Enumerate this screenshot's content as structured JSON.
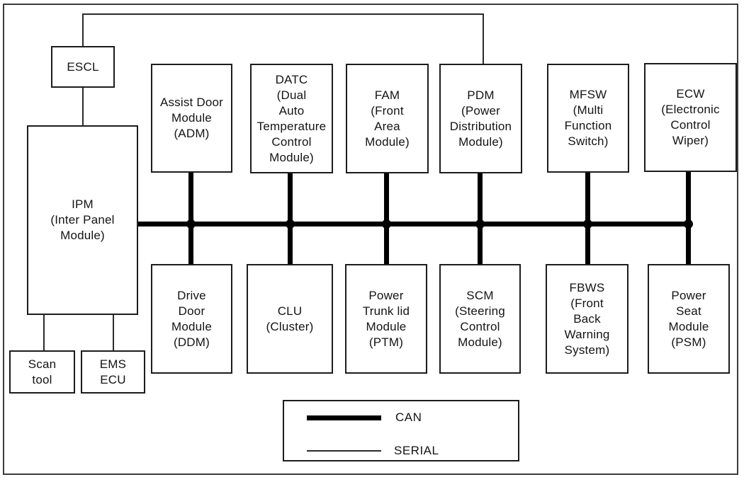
{
  "diagram": {
    "nodes": {
      "escl": {
        "label": "ESCL"
      },
      "ipm": {
        "label": "IPM\n(Inter Panel\nModule)"
      },
      "scan_tool": {
        "label": "Scan\ntool"
      },
      "ems_ecu": {
        "label": "EMS\nECU"
      },
      "adm": {
        "label": "Assist Door\nModule\n(ADM)"
      },
      "datc": {
        "label": "DATC\n(Dual\nAuto\nTemperature\nControl\nModule)"
      },
      "fam": {
        "label": "FAM\n(Front\nArea\nModule)"
      },
      "pdm": {
        "label": "PDM\n(Power\nDistribution\nModule)"
      },
      "mfsw": {
        "label": "MFSW\n(Multi\nFunction\nSwitch)"
      },
      "ecw": {
        "label": "ECW\n(Electronic\nControl\nWiper)"
      },
      "ddm": {
        "label": "Drive\nDoor\nModule\n(DDM)"
      },
      "clu": {
        "label": "CLU\n(Cluster)"
      },
      "ptm": {
        "label": "Power\nTrunk lid\nModule\n(PTM)"
      },
      "scm": {
        "label": "SCM\n(Steering\nControl\nModule)"
      },
      "fbws": {
        "label": "FBWS\n(Front\nBack\nWarning\nSystem)"
      },
      "psm": {
        "label": "Power\nSeat\nModule\n(PSM)"
      }
    },
    "legend": {
      "can_label": "CAN",
      "serial_label": "SERIAL"
    },
    "colors": {
      "can_line": "#000000",
      "serial_line": "#2b2b2b",
      "background": "#ffffff"
    },
    "connections": {
      "can_bus_members": [
        "IPM",
        "ADM",
        "DDM",
        "DATC",
        "CLU",
        "FAM",
        "PTM",
        "PDM",
        "SCM",
        "MFSW",
        "FBWS",
        "ECW",
        "PSM"
      ],
      "serial_links": [
        [
          "ESCL",
          "PDM"
        ],
        [
          "ESCL",
          "IPM"
        ],
        [
          "IPM",
          "Scan tool"
        ],
        [
          "IPM",
          "EMS ECU"
        ]
      ]
    }
  }
}
